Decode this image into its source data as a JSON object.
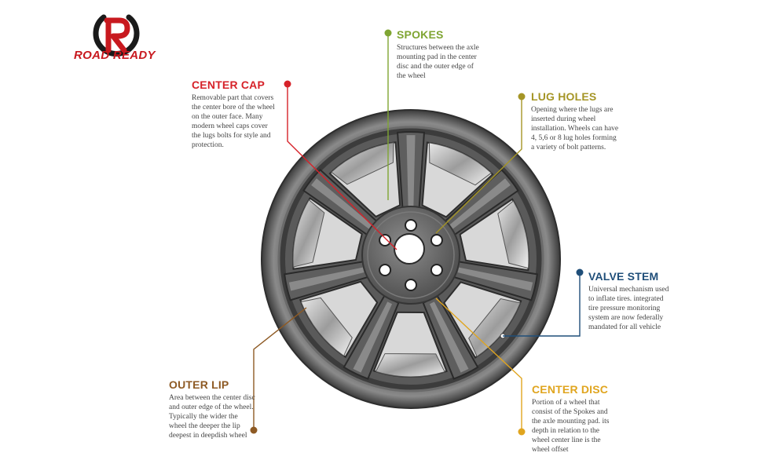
{
  "brand": {
    "name": "ROAD READY",
    "accent": "#c8191f"
  },
  "colors": {
    "spokes": "#7fa532",
    "center_cap": "#d62229",
    "lug_holes": "#a59526",
    "valve_stem": "#1f4e79",
    "outer_lip": "#8e5a24",
    "center_disc": "#e0a51f"
  },
  "labels": {
    "spokes": {
      "title": "SPOKES",
      "desc": "Structures between the axle mounting pad in the center disc and the outer edge of the wheel"
    },
    "center_cap": {
      "title": "CENTER CAP",
      "desc": "Removable part that covers the center bore of the wheel on the outer face. Many modern wheel caps cover the lugs bolts for style and protection."
    },
    "lug_holes": {
      "title": "LUG  HOLES",
      "desc": "Opening where the lugs are inserted during wheel installation. Wheels can have 4, 5,6 or 8 lug holes forming a variety of bolt patterns."
    },
    "valve_stem": {
      "title": "VALVE STEM",
      "desc": "Universal mechanism used to inflate tires. integrated tire pressure monitoring system are now federally mandated  for all vehicle"
    },
    "outer_lip": {
      "title": "OUTER LIP",
      "desc": "Area between the center disc and outer edge of the wheel. Typically the wider the wheel the deeper the lip deepest in deepdish wheel"
    },
    "center_disc": {
      "title": "CENTER DISC",
      "desc": "Portion of a wheel that consist of the Spokes and the axle mounting pad. its depth in relation to the wheel center line is the wheel offset"
    }
  }
}
